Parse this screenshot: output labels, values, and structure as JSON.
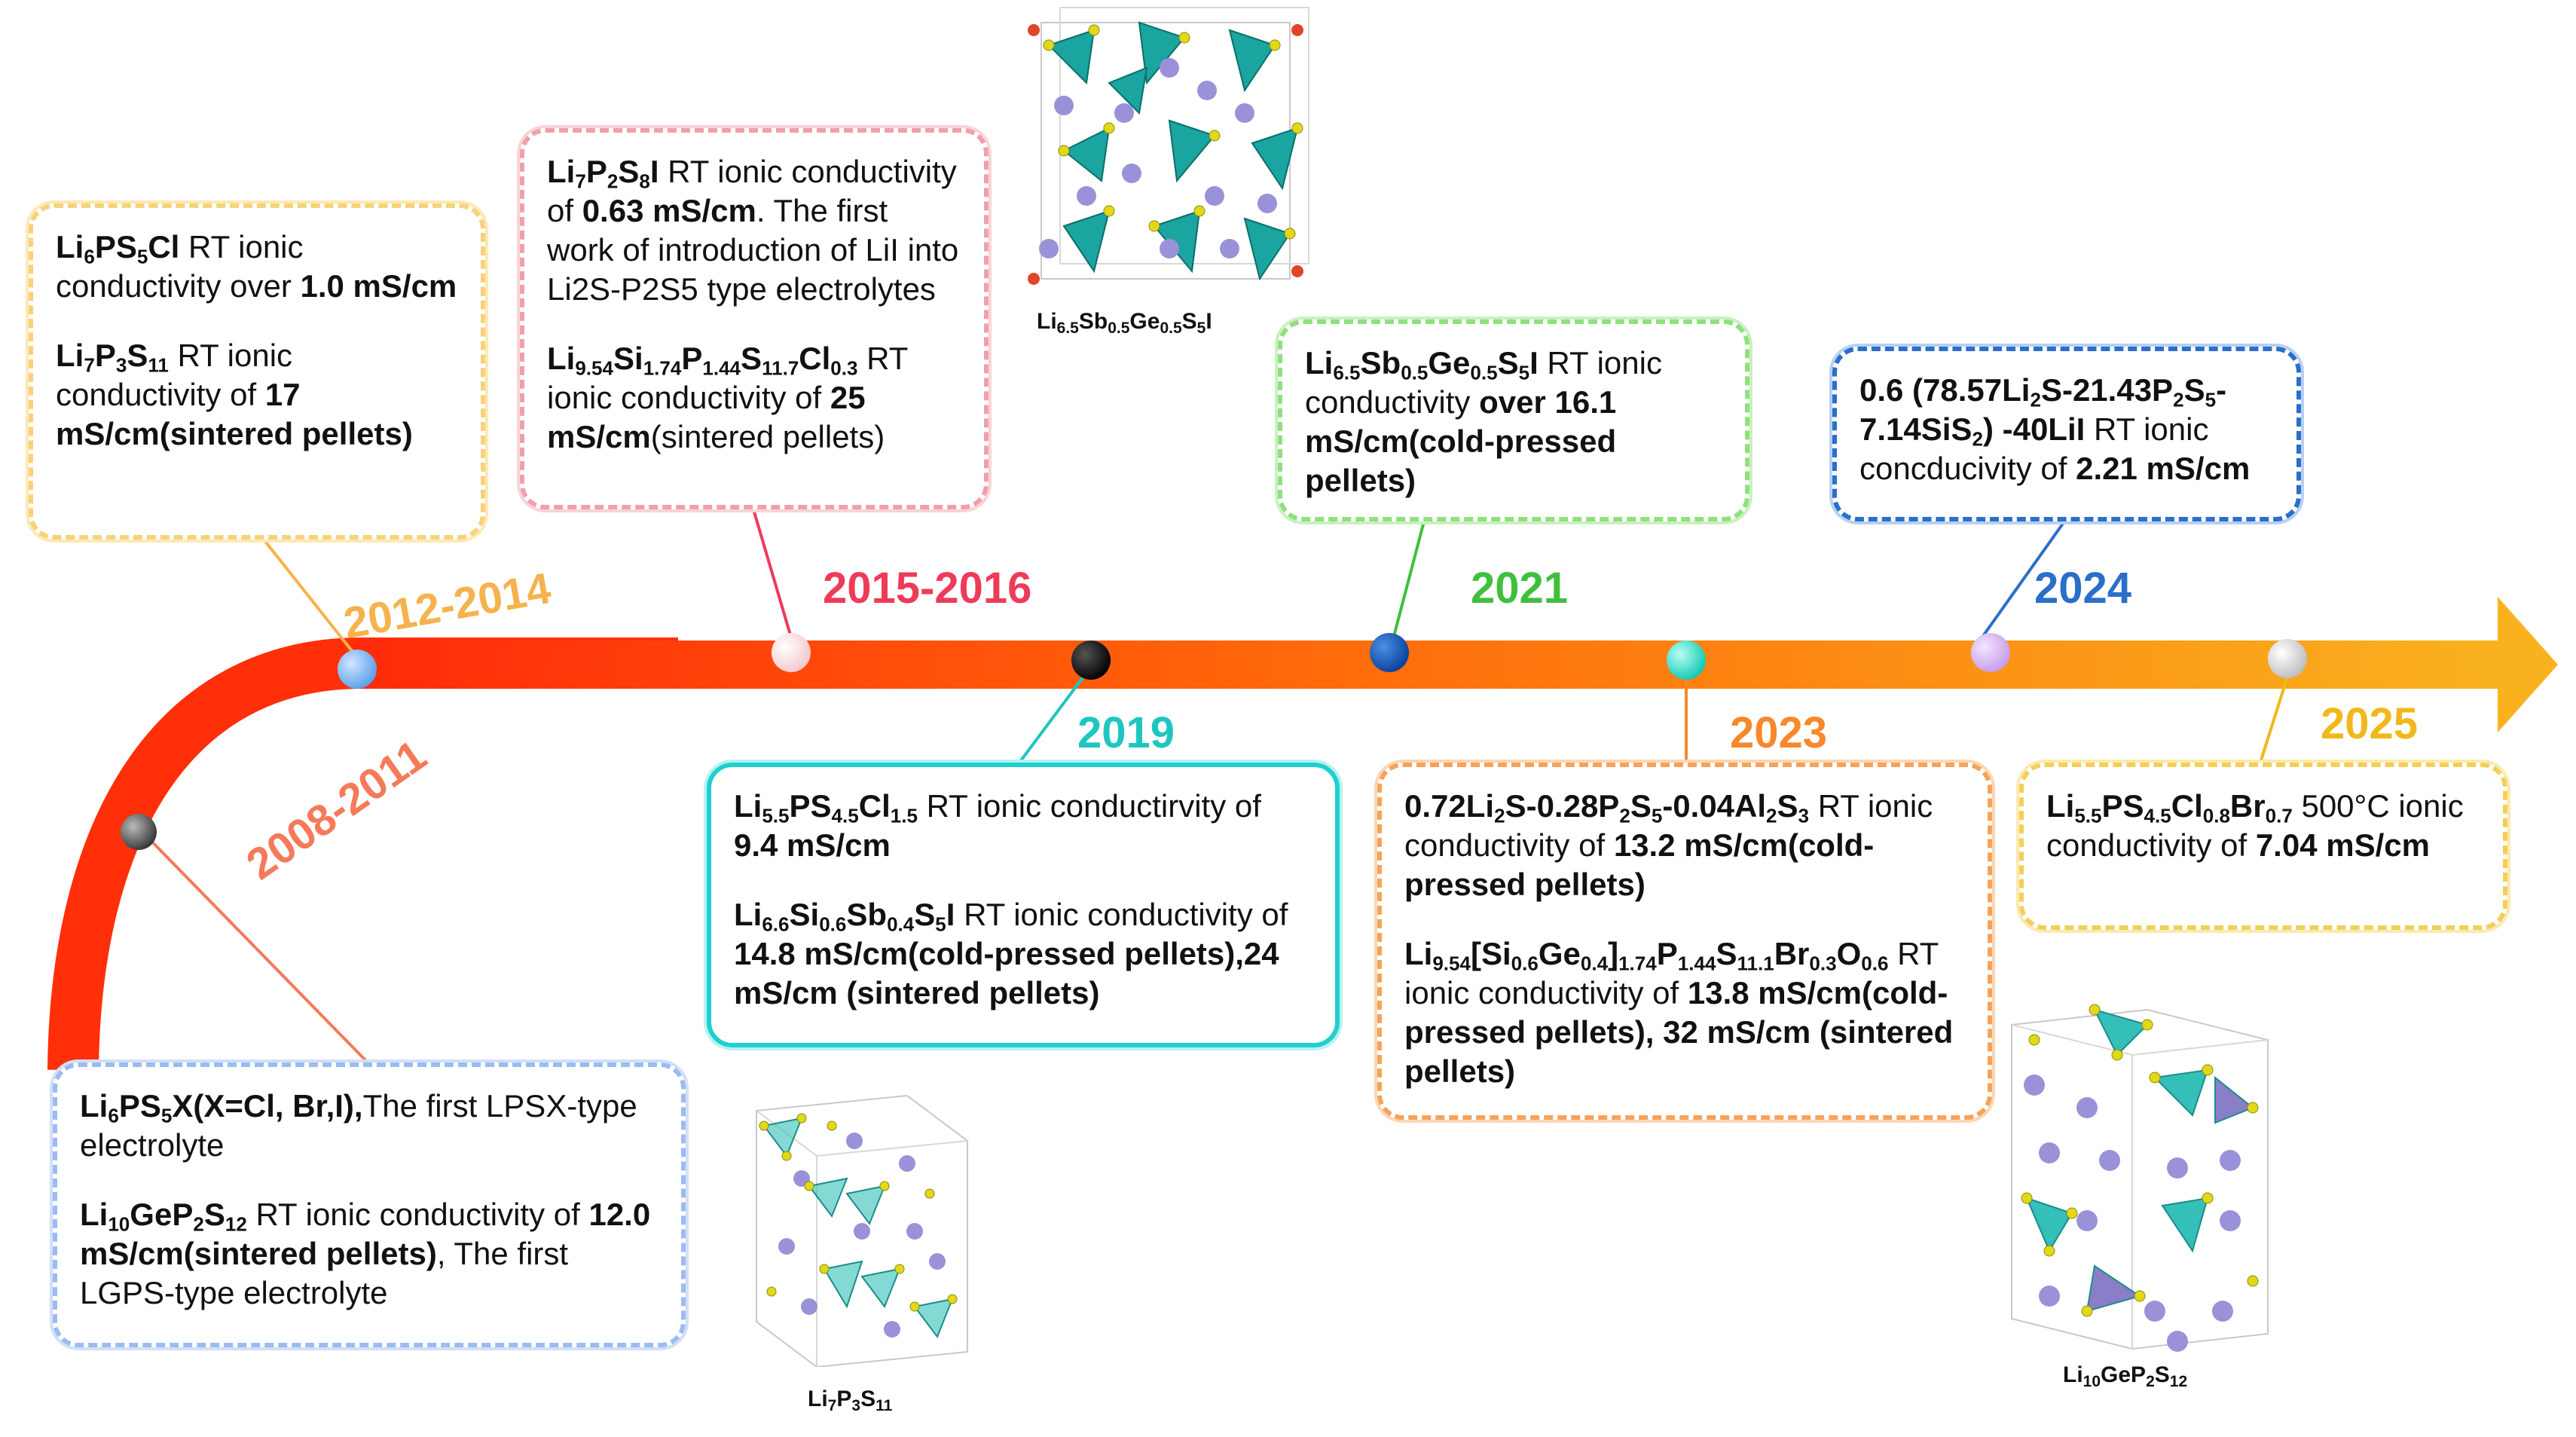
{
  "years": {
    "y2008": "2008-2011",
    "y2012": "2012-2014",
    "y2015": "2015-2016",
    "y2019": "2019",
    "y2021": "2021",
    "y2023": "2023",
    "y2024": "2024",
    "y2025": "2025"
  },
  "colors": {
    "y2008": "#f47a5a",
    "y2012": "#f6b24c",
    "y2015": "#ee3b5a",
    "y2019": "#1fc6c0",
    "y2021": "#3fbf3f",
    "y2023": "#f7882c",
    "y2024": "#2a6fc9",
    "y2025": "#f0b81a",
    "arrow_start": "#ff2a0a",
    "arrow_end": "#f9b21e"
  },
  "boxes": {
    "b2008": {
      "e1_formula": [
        {
          "t": "Li"
        },
        {
          "s": "6"
        },
        {
          "t": "PS"
        },
        {
          "s": "5"
        },
        {
          "t": "X(X=Cl, Br,I),"
        }
      ],
      "e1_rest": "The first LPSX-type electrolyte",
      "e2_formula": [
        {
          "t": "Li"
        },
        {
          "s": "10"
        },
        {
          "t": "GeP"
        },
        {
          "s": "2"
        },
        {
          "t": "S"
        },
        {
          "s": "12"
        }
      ],
      "e2_rest": " RT ionic conductivity of ",
      "e2_value": "12.0 mS/cm(sintered pellets)",
      "e2_tail": ", The first LGPS-type electrolyte"
    },
    "b2012": {
      "e1_formula": [
        {
          "t": "Li"
        },
        {
          "s": "6"
        },
        {
          "t": "PS"
        },
        {
          "s": "5"
        },
        {
          "t": "Cl"
        }
      ],
      "e1_rest": " RT ionic conductivity over ",
      "e1_value": "1.0 mS/cm",
      "e2_formula": [
        {
          "t": "Li"
        },
        {
          "s": "7"
        },
        {
          "t": "P"
        },
        {
          "s": "3"
        },
        {
          "t": "S"
        },
        {
          "s": "11"
        }
      ],
      "e2_rest": " RT ionic conductivity of ",
      "e2_value": "17 mS/cm(sintered pellets)"
    },
    "b2015": {
      "e1_formula": [
        {
          "t": "Li"
        },
        {
          "s": "7"
        },
        {
          "t": "P"
        },
        {
          "s": "2"
        },
        {
          "t": "S"
        },
        {
          "s": "8"
        },
        {
          "t": "I"
        }
      ],
      "e1_rest": " RT ionic conductivity of ",
      "e1_value": "0.63 mS/cm",
      "e1_tail": ". The first work of introduction of LiI into Li2S-P2S5 type electrolytes",
      "e2_formula": [
        {
          "t": "Li"
        },
        {
          "s": "9.54"
        },
        {
          "t": "Si"
        },
        {
          "s": "1.74"
        },
        {
          "t": "P"
        },
        {
          "s": "1.44"
        },
        {
          "t": "S"
        },
        {
          "s": "11.7"
        },
        {
          "t": "Cl"
        },
        {
          "s": "0.3"
        }
      ],
      "e2_rest": " RT ionic conductivity of ",
      "e2_value": "25 mS/cm",
      "e2_tail": "(sintered pellets)"
    },
    "b2019": {
      "e1_formula": [
        {
          "t": "Li"
        },
        {
          "s": "5.5"
        },
        {
          "t": "PS"
        },
        {
          "s": "4.5"
        },
        {
          "t": "Cl"
        },
        {
          "s": "1.5"
        }
      ],
      "e1_rest": " RT ionic conductirvity of ",
      "e1_value": "9.4 mS/cm",
      "e2_formula": [
        {
          "t": "Li"
        },
        {
          "s": "6.6"
        },
        {
          "t": "Si"
        },
        {
          "s": "0.6"
        },
        {
          "t": "Sb"
        },
        {
          "s": "0.4"
        },
        {
          "t": "S"
        },
        {
          "s": "5"
        },
        {
          "t": "I"
        }
      ],
      "e2_rest": " RT ionic conductivity of ",
      "e2_value": "14.8 mS/cm(cold-pressed pellets),24 mS/cm (sintered pellets)"
    },
    "b2021": {
      "e1_formula": [
        {
          "t": "Li"
        },
        {
          "s": "6.5"
        },
        {
          "t": "Sb"
        },
        {
          "s": "0.5"
        },
        {
          "t": "Ge"
        },
        {
          "s": "0.5"
        },
        {
          "t": "S"
        },
        {
          "s": "5"
        },
        {
          "t": "I"
        }
      ],
      "e1_rest": " RT ionic conductivity ",
      "e1_value": "over 16.1 mS/cm(cold-pressed pellets)"
    },
    "b2023": {
      "e1_formula": [
        {
          "t": "0.72Li"
        },
        {
          "s": "2"
        },
        {
          "t": "S-0.28P"
        },
        {
          "s": "2"
        },
        {
          "t": "S"
        },
        {
          "s": "5"
        },
        {
          "t": "-0.04Al"
        },
        {
          "s": "2"
        },
        {
          "t": "S"
        },
        {
          "s": "3"
        }
      ],
      "e1_rest": " RT ionic conductivity of ",
      "e1_value": "13.2 mS/cm(cold-pressed pellets)",
      "e2_formula": [
        {
          "t": "Li"
        },
        {
          "s": "9.54"
        },
        {
          "t": "[Si"
        },
        {
          "s": "0.6"
        },
        {
          "t": "Ge"
        },
        {
          "s": "0.4"
        },
        {
          "t": "]"
        },
        {
          "s": "1.74"
        },
        {
          "t": "P"
        },
        {
          "s": "1.44"
        },
        {
          "t": "S"
        },
        {
          "s": "11.1"
        },
        {
          "t": "Br"
        },
        {
          "s": "0.3"
        },
        {
          "t": "O"
        },
        {
          "s": "0.6"
        }
      ],
      "e2_rest": " RT ionic conductivity of ",
      "e2_value": "13.8 mS/cm(cold-pressed pellets), 32 mS/cm (sintered pellets)"
    },
    "b2024": {
      "e1_formula": [
        {
          "t": "0.6 (78.57Li"
        },
        {
          "s": "2"
        },
        {
          "t": "S-21.43P"
        },
        {
          "s": "2"
        },
        {
          "t": "S"
        },
        {
          "s": "5"
        },
        {
          "t": "-7.14SiS"
        },
        {
          "s": "2"
        },
        {
          "t": ") -40LiI"
        }
      ],
      "e1_rest": " RT ionic concducivity of ",
      "e1_value": "2.21 mS/cm"
    },
    "b2025": {
      "e1_formula": [
        {
          "t": "Li"
        },
        {
          "s": "5.5"
        },
        {
          "t": "PS"
        },
        {
          "s": "4.5"
        },
        {
          "t": "Cl"
        },
        {
          "s": "0.8"
        },
        {
          "t": "Br"
        },
        {
          "s": "0.7"
        }
      ],
      "e1_rest": " 500°C ionic conductivity of ",
      "e1_value": "7.04 mS/cm"
    }
  },
  "structures": {
    "s1": [
      {
        "t": "Li"
      },
      {
        "s": "6.5"
      },
      {
        "t": "Sb"
      },
      {
        "s": "0.5"
      },
      {
        "t": "Ge"
      },
      {
        "s": "0.5"
      },
      {
        "t": "S"
      },
      {
        "s": "5"
      },
      {
        "t": "I"
      }
    ],
    "s2": [
      {
        "t": "Li"
      },
      {
        "s": "7"
      },
      {
        "t": "P"
      },
      {
        "s": "3"
      },
      {
        "t": "S"
      },
      {
        "s": "11"
      }
    ],
    "s3": [
      {
        "t": "Li"
      },
      {
        "s": "10"
      },
      {
        "t": "GeP"
      },
      {
        "s": "2"
      },
      {
        "t": "S"
      },
      {
        "s": "12"
      }
    ]
  }
}
